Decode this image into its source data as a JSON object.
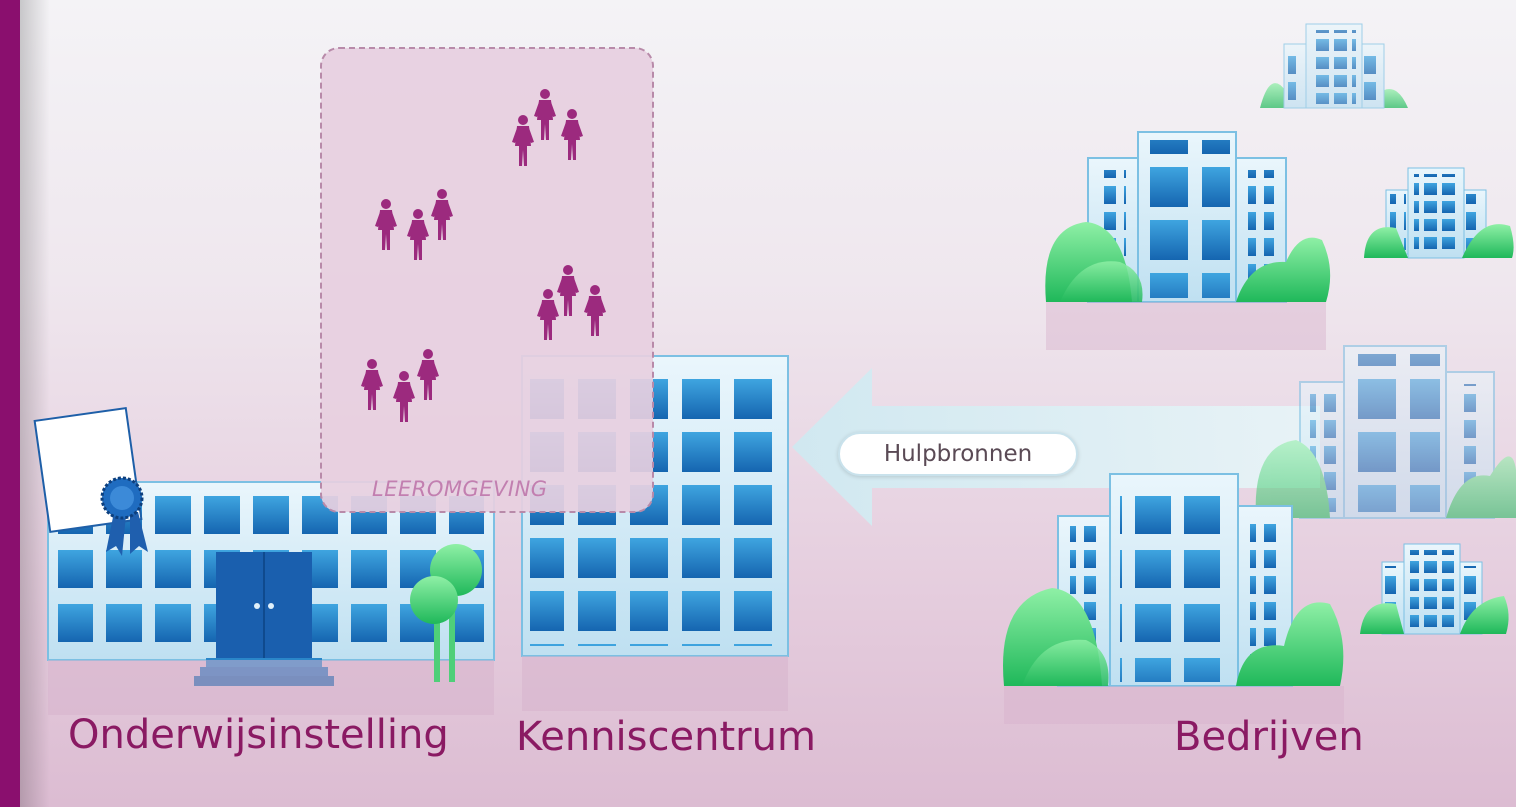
{
  "labels": {
    "onderwijs": "Onderwijsinstelling",
    "kennis": "Kenniscentrum",
    "bedrijven": "Bedrijven",
    "leeromgeving": "LEEROMGEVING",
    "hulpbronnen": "Hulpbronnen"
  },
  "colors": {
    "accent": "#8a0f6e",
    "label_text": "#8a1a63",
    "people": "#9c2a7e",
    "building_blue": "#2a86c9",
    "tree_green": "#3ccf6e"
  },
  "icons": [
    "certificate-icon",
    "ribbon-icon",
    "tree-icon",
    "person-icon",
    "building-icon",
    "bush-icon",
    "arrow-left-icon"
  ]
}
